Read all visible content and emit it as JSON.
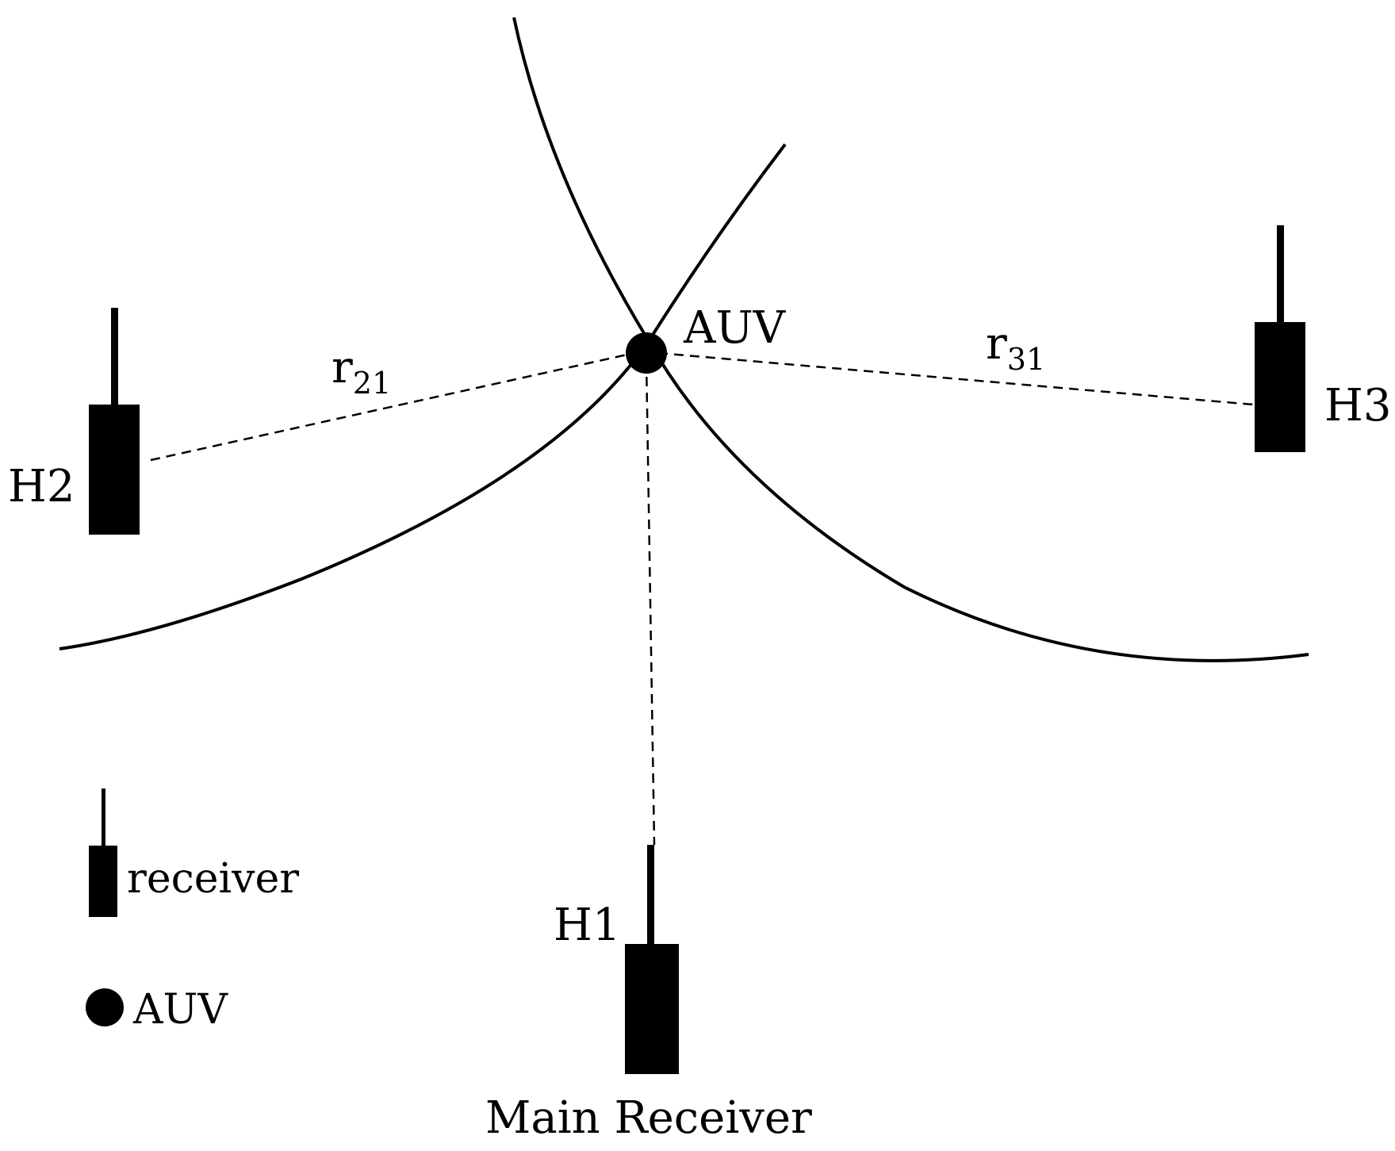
{
  "colors": {
    "ink": "#000000",
    "background": "#ffffff"
  },
  "diagram": {
    "auv_label": "AUV",
    "receivers": {
      "h1": {
        "label": "H1",
        "caption": "Main Receiver"
      },
      "h2": {
        "label": "H2"
      },
      "h3": {
        "label": "H3"
      }
    },
    "ranges": {
      "r21": {
        "base": "r",
        "sub": "21"
      },
      "r31": {
        "base": "r",
        "sub": "31"
      }
    },
    "legend": {
      "receiver_label": "receiver",
      "auv_label": "AUV"
    },
    "icons": [
      "receiver-icon",
      "auv-icon"
    ]
  }
}
